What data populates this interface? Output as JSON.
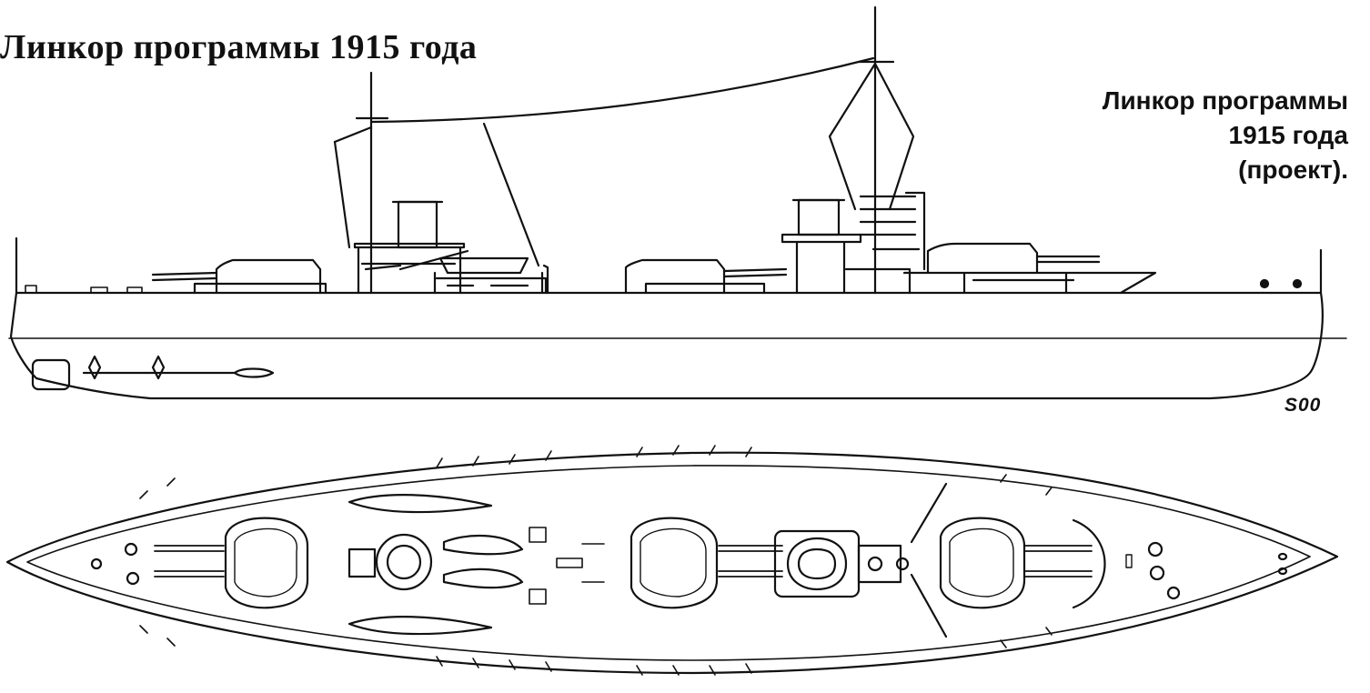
{
  "title": "Линкор программы 1915 года",
  "caption": {
    "line1": "Линкор программы",
    "line2": "1915 года",
    "line3": "(проект)."
  },
  "signature": "S00"
}
